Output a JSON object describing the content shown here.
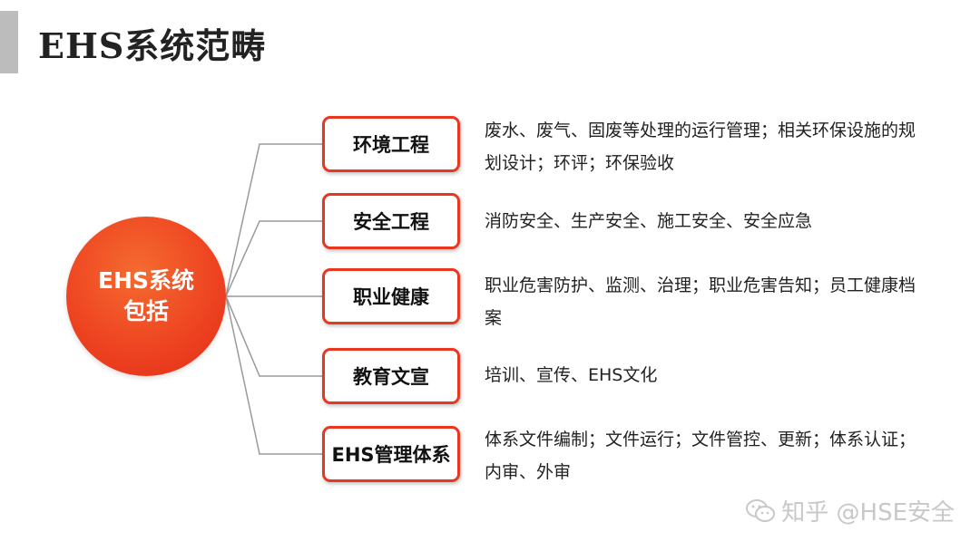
{
  "title": "EHS系统范畴",
  "hub": {
    "line1": "EHS系统",
    "line2": "包括"
  },
  "items": [
    {
      "label": "环境工程",
      "description": "废水、废气、固废等处理的运行管理；相关环保设施的规划设计；环评；环保验收"
    },
    {
      "label": "安全工程",
      "description": "消防安全、生产安全、施工安全、安全应急"
    },
    {
      "label": "职业健康",
      "description": "职业危害防护、监测、治理；职业危害告知；员工健康档案"
    },
    {
      "label": "教育文宣",
      "description": "培训、宣传、EHS文化"
    },
    {
      "label": "EHS管理体系",
      "description": "体系文件编制；文件运行；文件管控、更新；体系认证；内审、外审"
    }
  ],
  "watermark": {
    "text": "知乎 @HSE安全",
    "icon": "wechat-icon"
  },
  "colors": {
    "accent": "#e8361f",
    "hub": "#ee4522",
    "connector": "#9a9a9a"
  }
}
